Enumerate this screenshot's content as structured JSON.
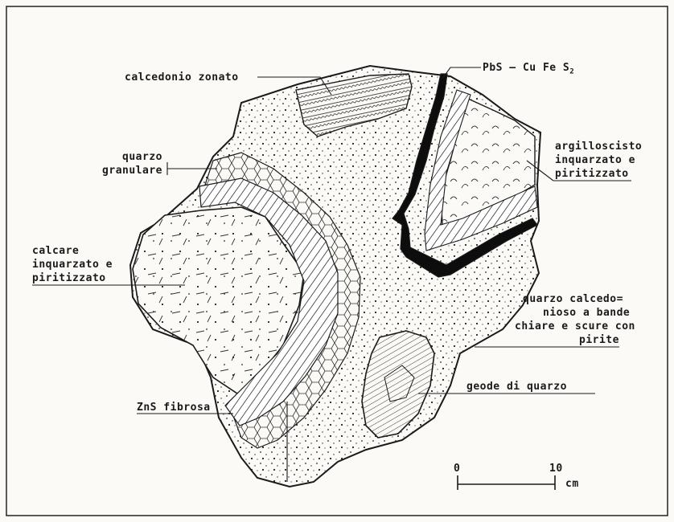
{
  "labels": {
    "calcedonio_zonato": "calcedonio  zonato",
    "pbs_cufes2_main": "PbS — Cu Fe S",
    "pbs_cufes2_sub": "2",
    "quarzo_granulare_1": "quarzo",
    "quarzo_granulare_2": "granulare",
    "argilloscisto_1": "argilloscisto",
    "argilloscisto_2": "inquarzato e",
    "argilloscisto_3": "piritizzato",
    "calcare_1": "calcare",
    "calcare_2": "inquarzato e",
    "calcare_3": "piritizzato",
    "quarzo_calced_1": "quarzo  calcedo=",
    "quarzo_calced_2": "nioso  a  bande",
    "quarzo_calced_3": "chiare e scure con",
    "quarzo_calced_4": "pirite",
    "geode": "geode di quarzo",
    "zns": "ZnS  fibrosa",
    "scale_0": "0",
    "scale_10": "10",
    "scale_unit": "cm"
  },
  "colors": {
    "ink": "#1a1a1a",
    "paper": "#fbfaf6",
    "frame": "#222222"
  }
}
